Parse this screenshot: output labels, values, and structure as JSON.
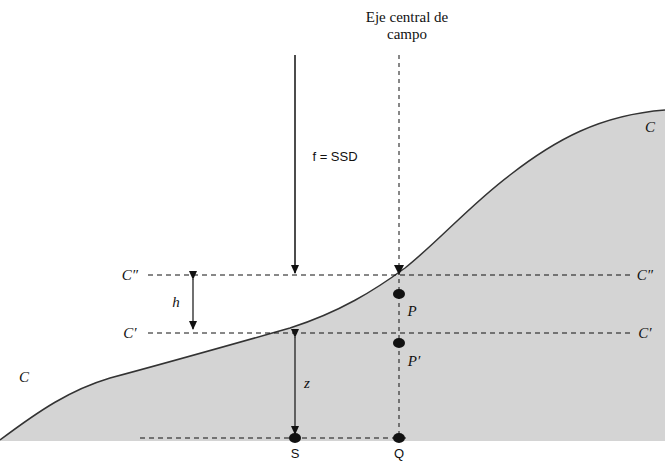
{
  "diagram": {
    "labels": [
      "Eje central de campo",
      "f = SSD",
      "C",
      "C″",
      "C″",
      "h",
      "P",
      "C′",
      "C′",
      "P′",
      "z",
      "C",
      "S",
      "Q"
    ]
  }
}
